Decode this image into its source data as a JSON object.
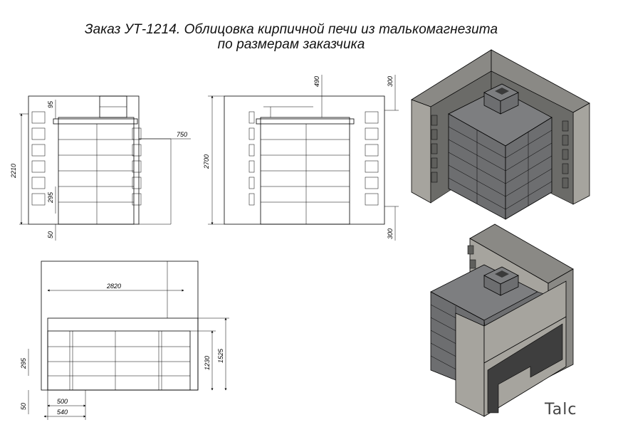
{
  "title": {
    "line1": "Заказ УТ-1214. Облицовка кирпичной печи из талькомагнезита",
    "line2": "по размерам заказчика"
  },
  "dimensions": {
    "front": [
      "95",
      "750",
      "2210",
      "295",
      "50"
    ],
    "side": [
      "490",
      "300",
      "2700",
      "300"
    ],
    "plan": [
      "2820",
      "1230",
      "1525",
      "295",
      "50",
      "500",
      "540"
    ]
  },
  "logo": "Talc",
  "colors": {
    "stone": "#6d6e70",
    "stone_light": "#8a8b8d",
    "wall": "#a6a49e",
    "wall_dark": "#5f5f5c",
    "line": "#000000"
  }
}
